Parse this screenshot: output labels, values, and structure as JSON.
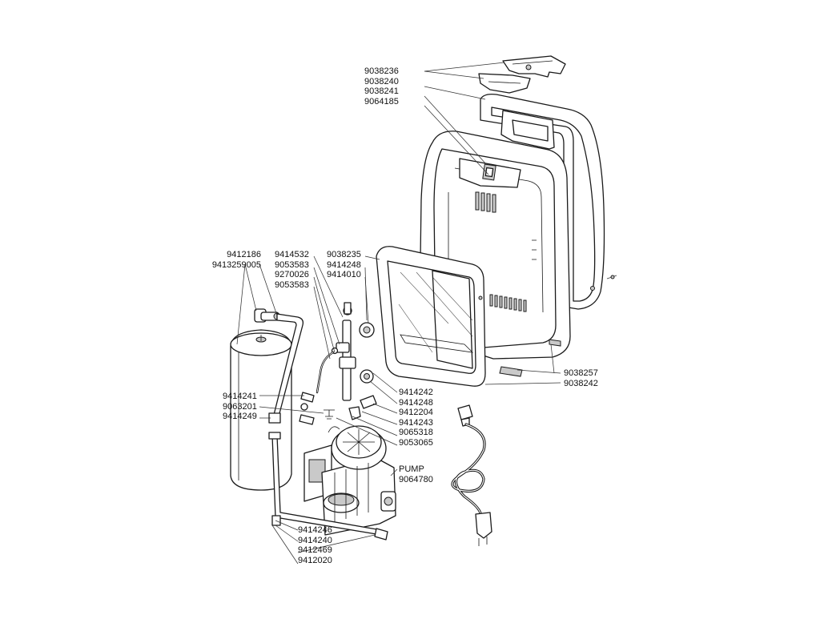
{
  "labels": {
    "top_group": [
      "9038236",
      "9038240",
      "9038241",
      "9064185"
    ],
    "tank_group": [
      "9412186",
      "9413259005"
    ],
    "valve_group": [
      "9414532",
      "9053583",
      "9270026",
      "9053583"
    ],
    "frame_group": [
      "9038235",
      "9414248",
      "9414010"
    ],
    "right_group": [
      "9038257",
      "9038242"
    ],
    "fittings_group": [
      "9414242",
      "9414248",
      "9412204",
      "9414243",
      "9065318",
      "9053065"
    ],
    "pump_group": [
      "PUMP",
      "9064780"
    ],
    "left_group": [
      "9414241",
      "9063201",
      "9414249"
    ],
    "bottom_group": [
      "9414246",
      "9414240",
      "9412469",
      "9412020"
    ]
  },
  "colors": {
    "line": "#1a1a1a",
    "shade": "#c9c9c9",
    "background": "#ffffff"
  }
}
